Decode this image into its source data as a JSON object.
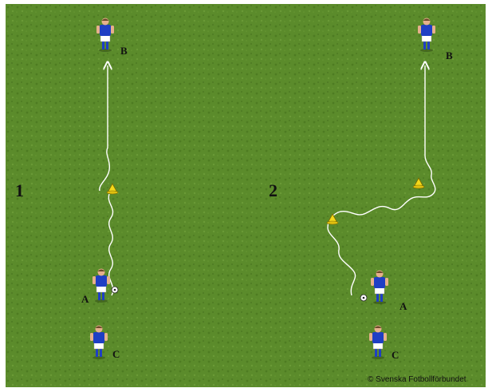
{
  "colors": {
    "grass": "#5a8a2a",
    "grass_dark": "#4a7420",
    "path": "#ffffff",
    "shirt": "#1f3fc4",
    "shorts": "#ffffff",
    "skin": "#e6b08c",
    "cone": "#f4d81a"
  },
  "diagram": {
    "panel_left": {
      "number": "1",
      "players": {
        "a": "A",
        "b": "B",
        "c": "C"
      }
    },
    "panel_right": {
      "number": "2",
      "players": {
        "a": "A",
        "b": "B",
        "c": "C"
      }
    },
    "copyright": "© Svenska Fotbollförbundet"
  }
}
